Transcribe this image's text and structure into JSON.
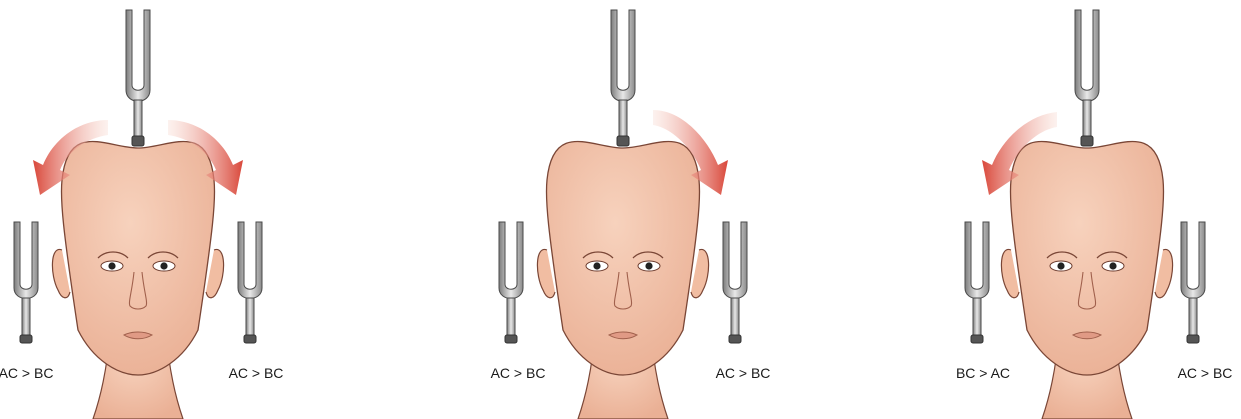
{
  "colors": {
    "skin": "#f4c5ab",
    "skin_shade": "#e9ab8c",
    "outline": "#7a4636",
    "arrow": "#d9473a",
    "fork": "#9a9a9a",
    "fork_light": "#e3e3e3",
    "fork_outline": "#4a4a4a"
  },
  "panels": [
    {
      "name": "panel-1",
      "arrows": [
        "left",
        "right"
      ],
      "left_label": "AC > BC",
      "right_label": "AC > BC"
    },
    {
      "name": "panel-2",
      "arrows": [
        "right"
      ],
      "left_label": "AC > BC",
      "right_label": "AC > BC"
    },
    {
      "name": "panel-3",
      "arrows": [
        "left"
      ],
      "left_label": "BC > AC",
      "right_label": "AC > BC"
    }
  ]
}
